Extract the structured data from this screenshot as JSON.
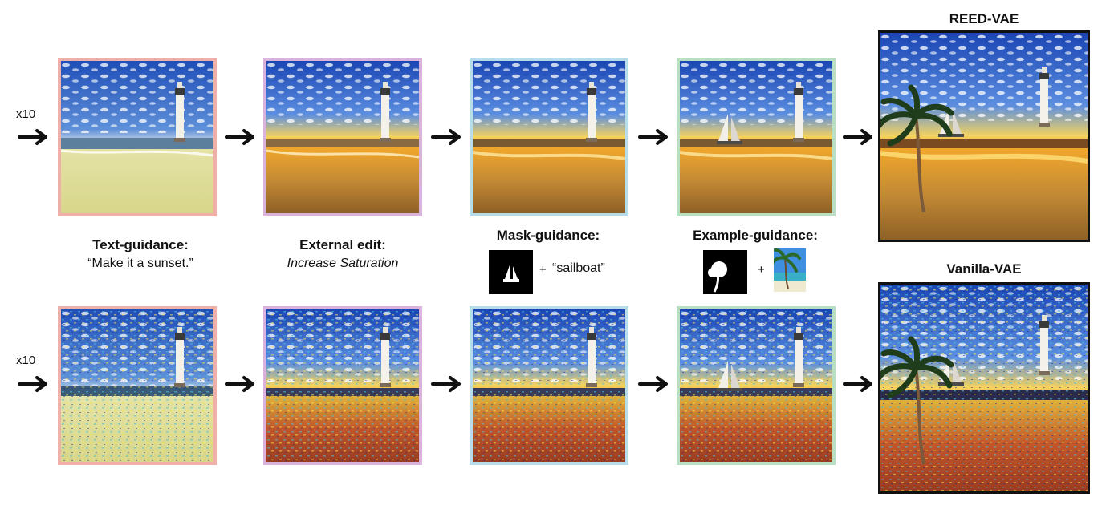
{
  "rows": [
    {
      "id": "top",
      "multiplier": "x10"
    },
    {
      "id": "bottom",
      "multiplier": "x10"
    }
  ],
  "stages": [
    {
      "id": "text",
      "title": "Text-guidance:",
      "subtitle": "“Make it a sunset.”",
      "border_color": "#eeb0a8"
    },
    {
      "id": "external",
      "title": "External edit:",
      "subtitle": "Increase Saturation",
      "border_color": "#d9b3dc"
    },
    {
      "id": "mask",
      "title": "Mask-guidance:",
      "subtitle": "“sailboat”",
      "plus": "+",
      "border_color": "#b7dcea"
    },
    {
      "id": "example",
      "title": "Example-guidance:",
      "plus": "+",
      "border_color": "#b9dfc3"
    }
  ],
  "outputs": {
    "reed": "REED-VAE",
    "vanilla": "Vanilla-VAE",
    "border_color": "#111111"
  }
}
